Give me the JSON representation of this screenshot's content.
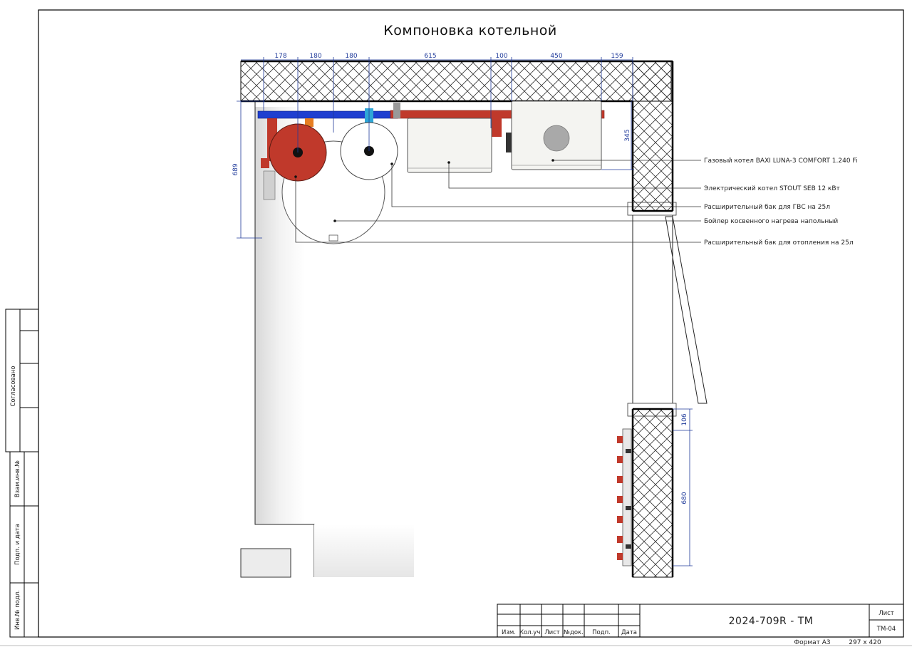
{
  "drawing": {
    "title": "Компоновка котельной",
    "dimensions": {
      "top": [
        "178",
        "180",
        "180",
        "615",
        "100",
        "450",
        "159"
      ],
      "left_height": "689",
      "right_wall": "345",
      "right_lower_a": "106",
      "right_lower_b": "680"
    },
    "callouts": [
      "Газовый котел BAXI LUNA-3 COMFORT 1.240 Fi",
      "Электрический котел STOUT SEB 12 кВт",
      "Расширительный бак для ГВС на 25л",
      "Бойлер косвенного нагрева напольный",
      "Расширительный бак для отопления на 25л"
    ]
  },
  "side_stamp": {
    "agreed": "Согласовано",
    "replace_inv": "Взам.инв.№",
    "sign_date": "Подп. и дата",
    "inv_orig": "Инв.№ подл."
  },
  "title_block": {
    "code": "2024-709R - ТМ",
    "sheet_label": "Лист",
    "sheet_value": "ТМ-04",
    "columns": [
      "Изм.",
      "Кол.уч.",
      "Лист",
      "№док.",
      "Подп.",
      "Дата"
    ]
  },
  "footer": {
    "format": "Формат А3",
    "size": "297 x 420"
  }
}
